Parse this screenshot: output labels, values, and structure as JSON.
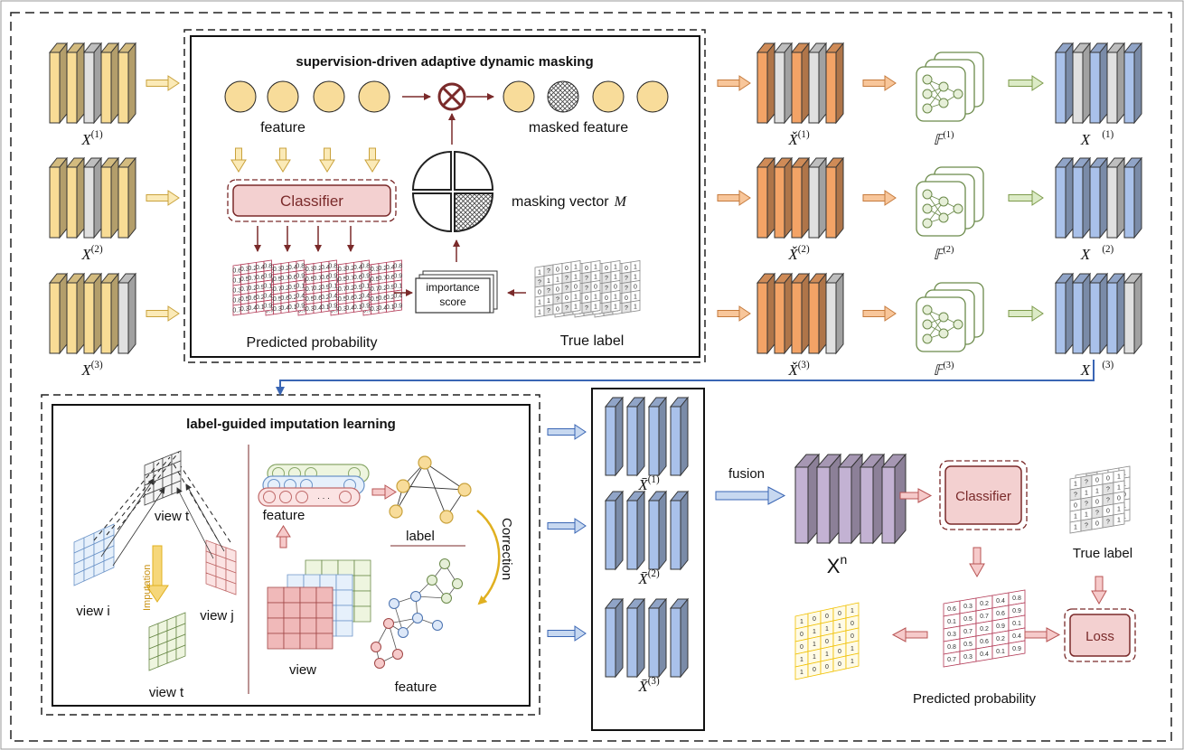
{
  "colors": {
    "slab_yellow": "#f8dc95",
    "slab_orange": "#f3a366",
    "slab_blue": "#a9c1ea",
    "slab_purple": "#c3b2d3",
    "slab_gray": "#e0e0e0",
    "dark_red": "#7a2a2a",
    "classifier_fill": "#f3d0d0",
    "grid_red": "#c0556a",
    "grid_yellow": "#f0c000",
    "net_green": "#6b8a4a",
    "arrow_blue": "#3a66b4",
    "circle_fill": "#f8dc9a"
  },
  "top": {
    "inputs": [
      {
        "name": "X",
        "sup": "(1)"
      },
      {
        "name": "X",
        "sup": "(2)"
      },
      {
        "name": "X",
        "sup": "(3)"
      }
    ],
    "masking_title": "supervision-driven adaptive dynamic masking",
    "feature_label": "feature",
    "masked_feature_label": "masked feature",
    "classifier_label": "Classifier",
    "masking_vector_label": "masking vector",
    "masking_vector_symbol": "M",
    "importance_score_line1": "importance",
    "importance_score_line2": "score",
    "predicted_probability_label": "Predicted probability",
    "true_label_label": "True label",
    "masked_outputs": [
      {
        "name": "X̌",
        "sup": "(1)"
      },
      {
        "name": "X̌",
        "sup": "(2)"
      },
      {
        "name": "X̌",
        "sup": "(3)"
      }
    ],
    "networks": [
      {
        "name": "𝔽",
        "sup": "(1)"
      },
      {
        "name": "𝔽",
        "sup": "(2)"
      },
      {
        "name": "𝔽",
        "sup": "(3)"
      }
    ],
    "encoded_outputs": [
      {
        "name": "X⃗",
        "sup": "(1)"
      },
      {
        "name": "X⃗",
        "sup": "(2)"
      },
      {
        "name": "X⃗",
        "sup": "(3)"
      }
    ]
  },
  "prob_matrix": [
    [
      "0.6",
      "0.3",
      "0.2",
      "0.4",
      "0.8"
    ],
    [
      "0.1",
      "0.5",
      "0.7",
      "0.6",
      "0.9"
    ],
    [
      "0.3",
      "0.7",
      "0.2",
      "0.9",
      "0.1"
    ],
    [
      "0.8",
      "0.5",
      "0.6",
      "0.2",
      "0.4"
    ],
    [
      "0.7",
      "0.3",
      "0.4",
      "0.1",
      "0.9"
    ]
  ],
  "true_label_matrix": [
    [
      "1",
      "?",
      "0",
      "0",
      "1"
    ],
    [
      "?",
      "1",
      "1",
      "?",
      "1"
    ],
    [
      "0",
      "?",
      "0",
      "?",
      "0"
    ],
    [
      "1",
      "1",
      "?",
      "0",
      "1"
    ],
    [
      "1",
      "?",
      "0",
      "?",
      "1"
    ]
  ],
  "binary_matrix": [
    [
      "1",
      "0",
      "0",
      "0",
      "1"
    ],
    [
      "0",
      "1",
      "1",
      "1",
      "0"
    ],
    [
      "0",
      "1",
      "0",
      "1",
      "0"
    ],
    [
      "1",
      "1",
      "1",
      "0",
      "1"
    ],
    [
      "1",
      "0",
      "0",
      "0",
      "1"
    ]
  ],
  "bottom": {
    "imputation_title": "label-guided imputation learning",
    "view_t_top": "view t",
    "view_i": "view i",
    "view_j": "view j",
    "view_t_bottom": "view t",
    "imputation_label": "Imputation",
    "feature_top": "feature",
    "label": "label",
    "view": "view",
    "feature_bottom": "feature",
    "correction": "Correction",
    "ellipsis": "· · ·",
    "imputed_outputs": [
      {
        "name": "X̄",
        "sup": "(1)"
      },
      {
        "name": "X̄",
        "sup": "(2)"
      },
      {
        "name": "X̄",
        "sup": "(3)"
      }
    ],
    "fusion_label": "fusion",
    "fused_name": "X",
    "fused_sup": "n",
    "classifier_label": "Classifier",
    "true_label_label": "True label",
    "loss_label": "Loss",
    "predicted_probability_label": "Predicted probability"
  }
}
